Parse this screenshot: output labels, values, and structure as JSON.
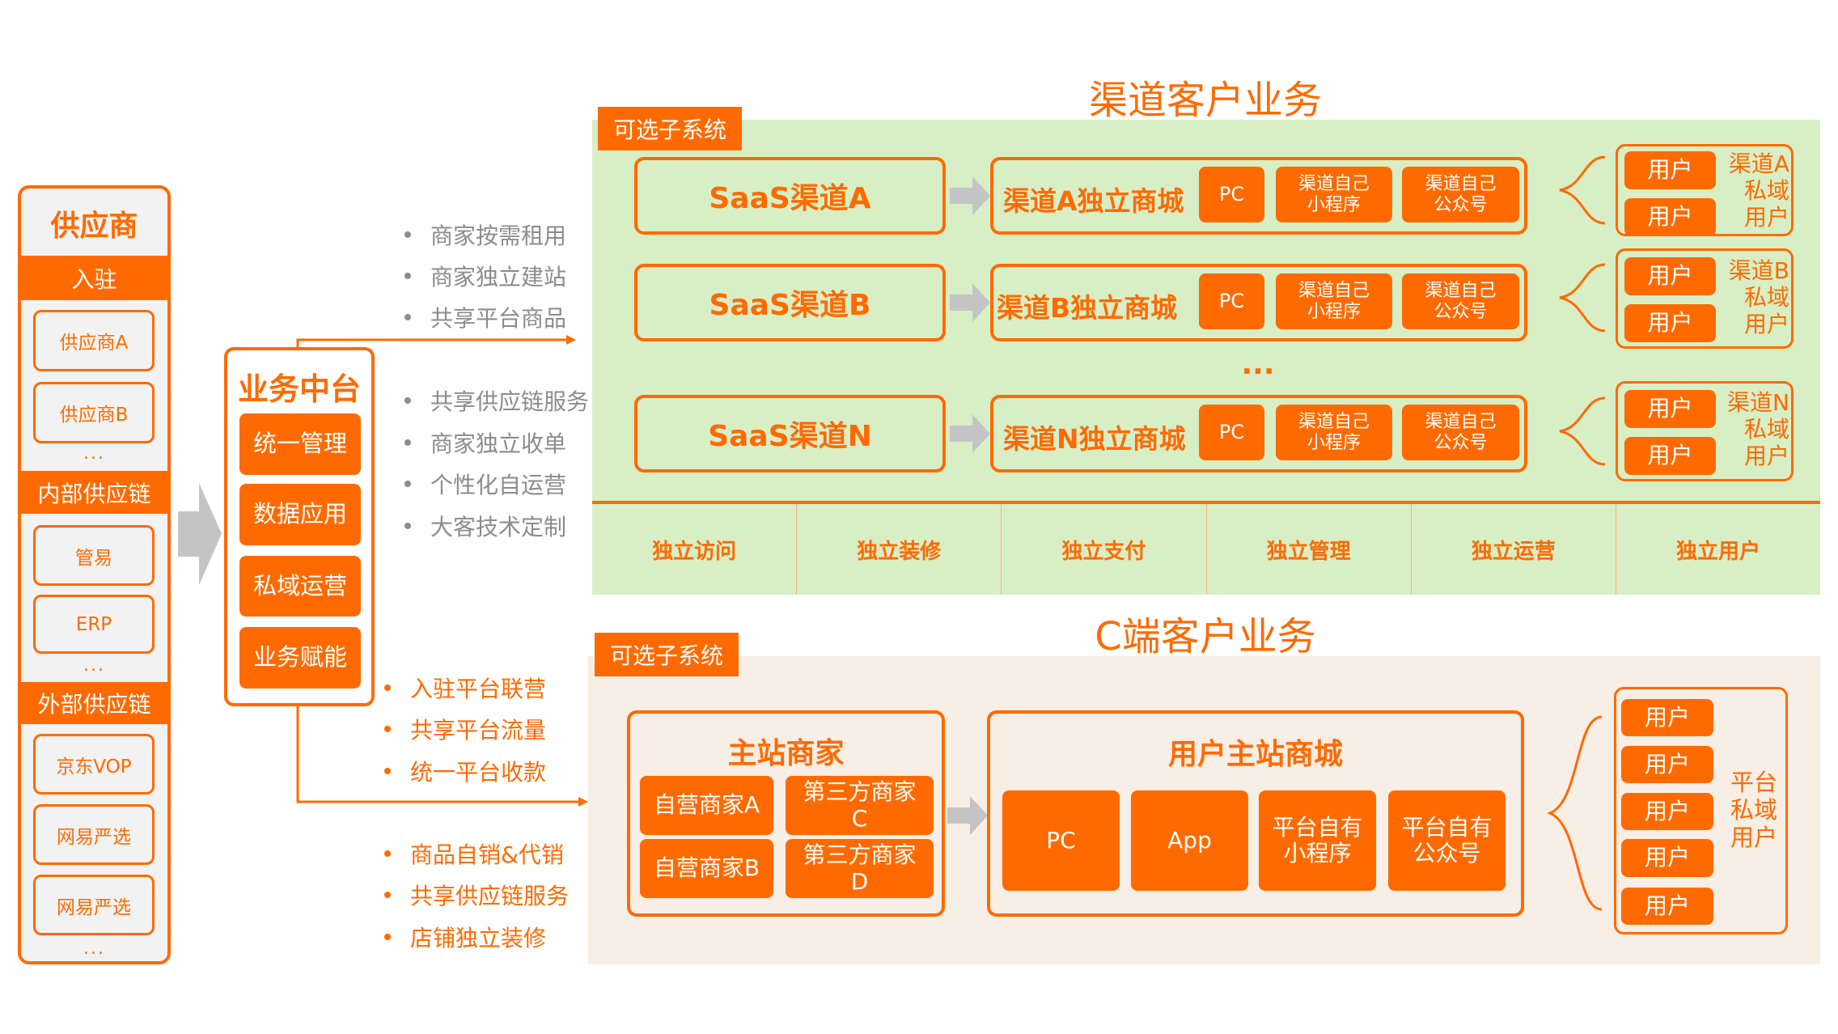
{
  "suppliers": {
    "title": "供应商",
    "sections": [
      {
        "label": "入驻",
        "items": [
          "供应商A",
          "供应商B"
        ],
        "more": "..."
      },
      {
        "label": "内部供应链",
        "items": [
          "管易",
          "ERP"
        ],
        "more": "..."
      },
      {
        "label": "外部供应链",
        "items": [
          "京东VOP",
          "网易严选",
          "网易严选"
        ],
        "more": "..."
      }
    ]
  },
  "middle_platform": {
    "title": "业务中台",
    "items": [
      "统一管理",
      "数据应用",
      "私域运营",
      "业务赋能"
    ]
  },
  "channel_features": {
    "group1": [
      "商家按需租用",
      "商家独立建站",
      "共享平台商品"
    ],
    "group2": [
      "共享供应链服务",
      "商家独立收单",
      "个性化自运营",
      "大客技术定制"
    ]
  },
  "consumer_features": {
    "group1": [
      "入驻平台联营",
      "共享平台流量",
      "统一平台收款"
    ],
    "group2": [
      "商品自销&代销",
      "共享供应链服务",
      "店铺独立装修"
    ]
  },
  "channel_business": {
    "title": "渠道客户业务",
    "tag": "可选子系统",
    "ellipsis": "...",
    "channels": [
      {
        "saas": "SaaS渠道A",
        "mall": "渠道A独立商城",
        "endpoints": [
          "PC",
          "渠道自己\n小程序",
          "渠道自己\n公众号"
        ],
        "users": [
          "用户",
          "用户"
        ],
        "users_label": "渠道A\n私域\n用户"
      },
      {
        "saas": "SaaS渠道B",
        "mall": "渠道B独立商城",
        "endpoints": [
          "PC",
          "渠道自己\n小程序",
          "渠道自己\n公众号"
        ],
        "users": [
          "用户",
          "用户"
        ],
        "users_label": "渠道B\n私域\n用户"
      },
      {
        "saas": "SaaS渠道N",
        "mall": "渠道N独立商城",
        "endpoints": [
          "PC",
          "渠道自己\n小程序",
          "渠道自己\n公众号"
        ],
        "users": [
          "用户",
          "用户"
        ],
        "users_label": "渠道N\n私域\n用户"
      }
    ],
    "capabilities": [
      "独立访问",
      "独立装修",
      "独立支付",
      "独立管理",
      "独立运营",
      "独立用户"
    ]
  },
  "consumer_business": {
    "title": "C端客户业务",
    "tag": "可选子系统",
    "merchants": {
      "title": "主站商家",
      "items": [
        "自营商家A",
        "第三方商家\nC",
        "自营商家B",
        "第三方商家\nD"
      ]
    },
    "mall": {
      "title": "用户主站商城",
      "endpoints": [
        "PC",
        "App",
        "平台自有\n小程序",
        "平台自有\n公众号"
      ]
    },
    "users": [
      "用户",
      "用户",
      "用户",
      "用户",
      "用户"
    ],
    "users_label": "平台\n私域\n用户"
  },
  "colors": {
    "accent": "#ff6a00",
    "channel_panel_bg": "#d8efc6",
    "consumer_panel_bg": "#f7eee5",
    "supplier_bg": "#f2f2f2",
    "bullet_gray": "#8c8c8c",
    "arrow_gray": "#c4c4c4"
  }
}
